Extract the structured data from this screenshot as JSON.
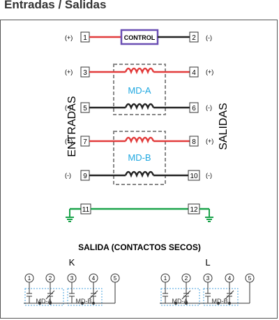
{
  "title": "Entradas / Salidas",
  "control_label": "CONTROL",
  "entradas_label": "ENTRADAS",
  "salidas_label": "SALIDAS",
  "sections": {
    "contacts_title": "SALIDA (CONTACTOS SECOS)",
    "group_k": "K",
    "group_l": "L"
  },
  "terminals": [
    "1",
    "2",
    "3",
    "4",
    "5",
    "6",
    "7",
    "8",
    "9",
    "10",
    "11",
    "12"
  ],
  "polarity": {
    "t1": "(+)",
    "t2": "(-)",
    "t3": "(+)",
    "t4": "(+)",
    "t5": "(-)",
    "t6": "(-)",
    "t7": "(+)",
    "t8": "(+)",
    "t9": "(-)",
    "t10": "(-)"
  },
  "modules": {
    "a": "MD-A",
    "b": "MD-B"
  },
  "contacts_k": {
    "nodes": [
      "1",
      "2",
      "3",
      "4",
      "5"
    ],
    "md_a": "MD-A",
    "md_b": "MD-B"
  },
  "contacts_l": {
    "nodes": [
      "1",
      "2",
      "3",
      "4",
      "5"
    ],
    "md_a": "MD-A",
    "md_b": "MD-B"
  },
  "colors": {
    "red_wire": "#e23b3b",
    "black_wire": "#222222",
    "green_wire": "#1aa34a",
    "control_border": "#6a4fb3",
    "module_text": "#1ea7e0",
    "dashed_box": "#888888",
    "contact_box": "#4aa3df"
  }
}
